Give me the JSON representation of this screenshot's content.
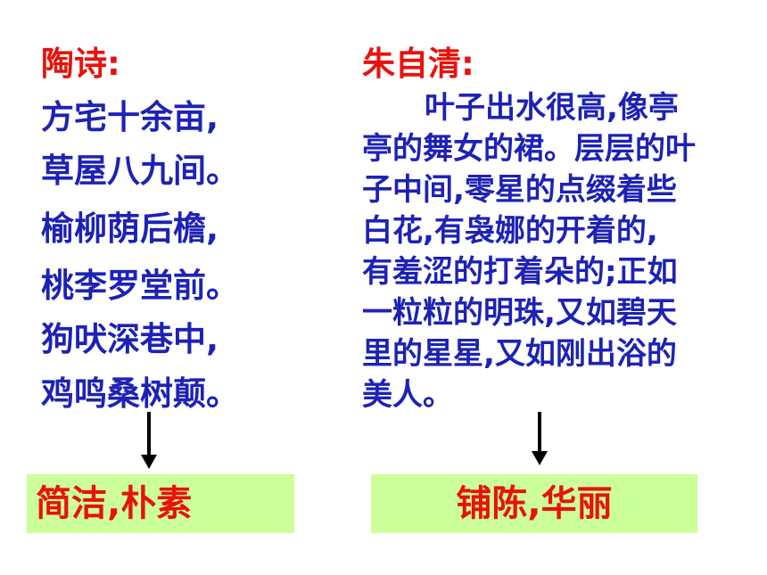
{
  "left": {
    "title": "陶诗:",
    "lines": [
      "方宅十余亩,",
      "草屋八九间。",
      "榆柳荫后檐,",
      "桃李罗堂前。",
      "狗吠深巷中,",
      "鸡鸣桑树颠。"
    ],
    "result": "简洁,朴素"
  },
  "right": {
    "title": "朱自清:",
    "lines": [
      "叶子出水很高,像亭",
      "亭的舞女的裙。层层的叶",
      "子中间,零星的点缀着些",
      "白花,有袅娜的开着的,",
      "有羞涩的打着朵的;正如",
      "一粒粒的明珠,又如碧天",
      "里的星星,又如刚出浴的",
      "美人。"
    ],
    "result": "铺陈,华丽"
  },
  "colors": {
    "title": "#e8120c",
    "body_text": "#1d22b5",
    "result_box": "#ccff99",
    "result_text": "#e8120c",
    "arrow": "#000000"
  },
  "icons": {
    "left_arrow": "arrow-down-icon",
    "right_arrow": "arrow-down-icon"
  }
}
